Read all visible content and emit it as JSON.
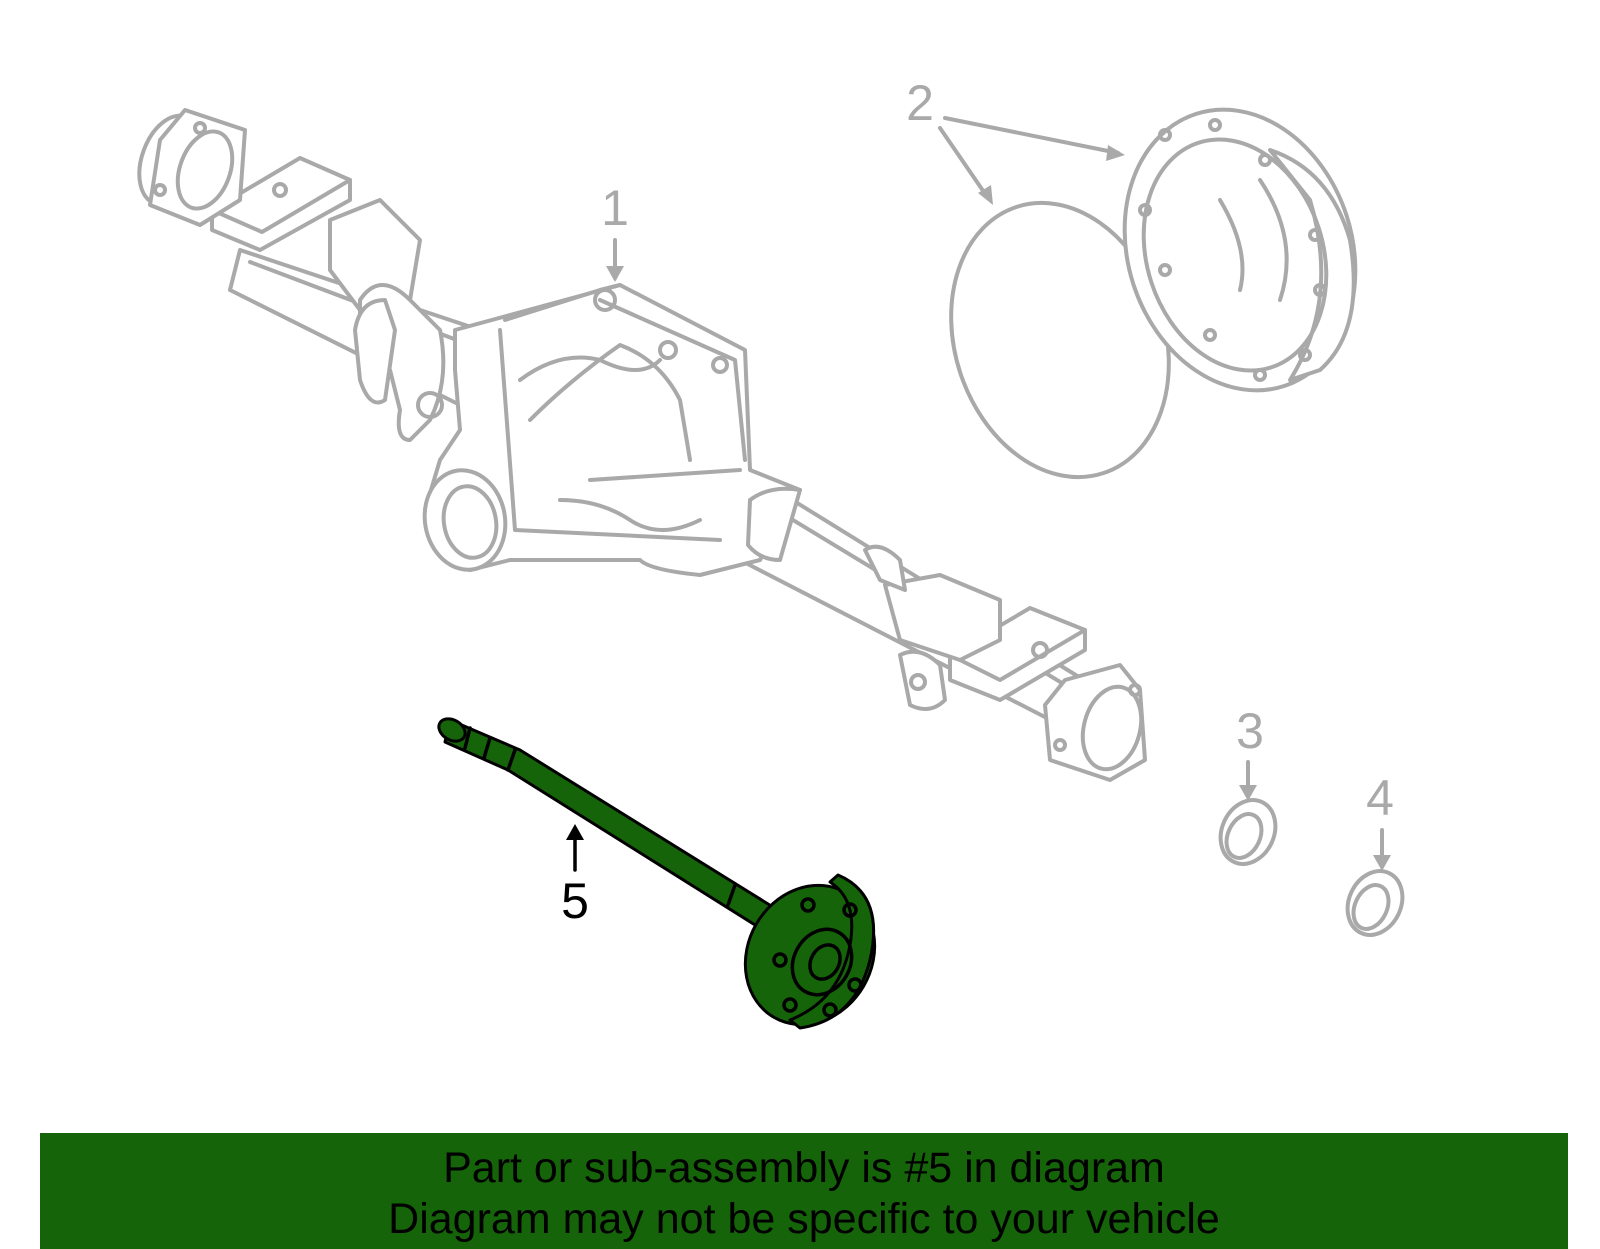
{
  "colors": {
    "highlight": "#166409",
    "inactive_part": "#a9a9a9",
    "banner_bg": "#166409",
    "banner_text": "#000000"
  },
  "callouts": {
    "axle_housing": "1",
    "cover_and_gasket": "2",
    "seal_3": "3",
    "seal_4": "4",
    "axle_shaft": "5"
  },
  "highlighted_part": "5",
  "banner": {
    "line1": "Part or sub-assembly is #5 in diagram",
    "line2": "Diagram may not be specific to your vehicle"
  }
}
